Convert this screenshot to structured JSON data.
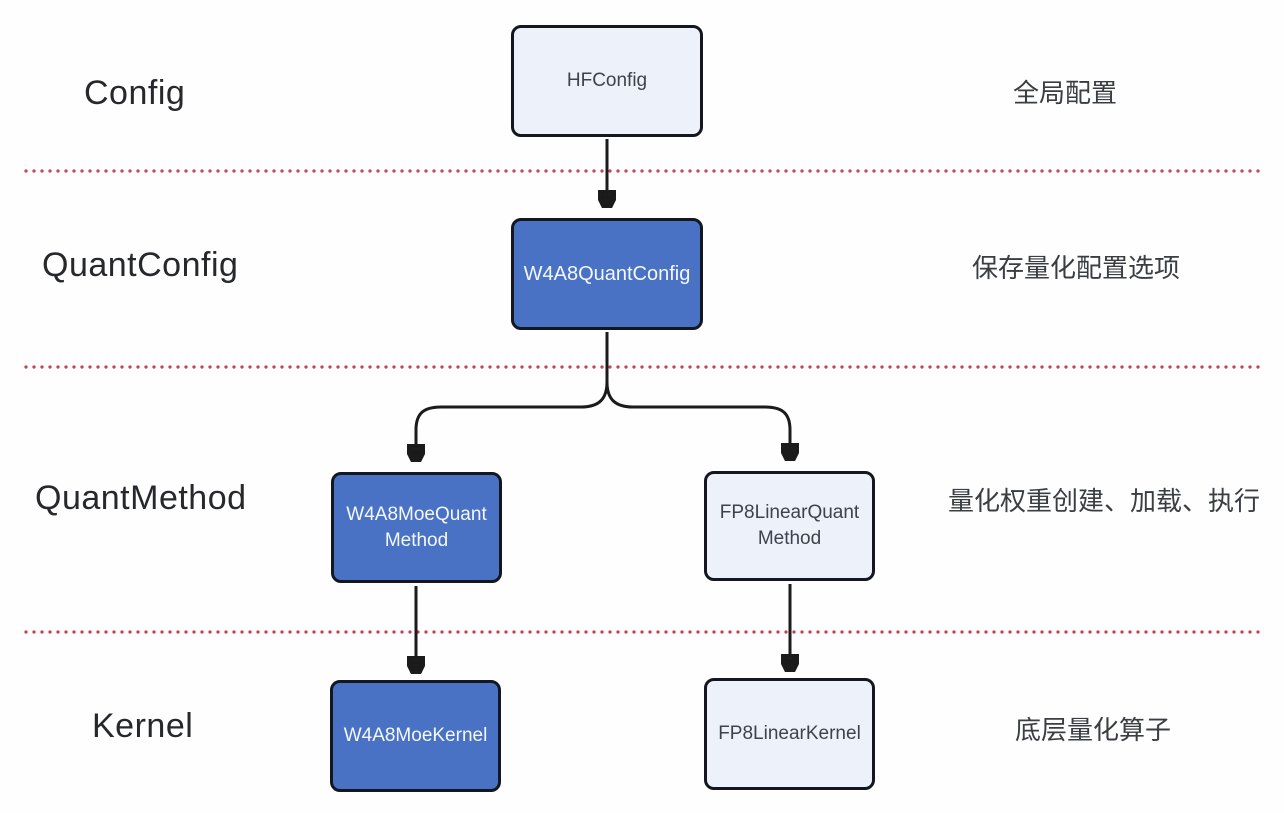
{
  "rows": [
    {
      "label": "Config",
      "annotation": "全局配置"
    },
    {
      "label": "QuantConfig",
      "annotation": "保存量化配置选项"
    },
    {
      "label": "QuantMethod",
      "annotation": "量化权重创建、加载、执行"
    },
    {
      "label": "Kernel",
      "annotation": "底层量化算子"
    }
  ],
  "nodes": [
    {
      "id": "hfconfig",
      "label": "HFConfig",
      "variant": "light"
    },
    {
      "id": "w4a8quantconfig",
      "label": "W4A8QuantConfig",
      "variant": "blue"
    },
    {
      "id": "w4a8moequantmethod",
      "label": "W4A8MoeQuant Method",
      "variant": "blue"
    },
    {
      "id": "fp8linearquantmethod",
      "label": "FP8LinearQuant Method",
      "variant": "light"
    },
    {
      "id": "w4a8moekernel",
      "label": "W4A8MoeKernel",
      "variant": "blue"
    },
    {
      "id": "fp8linearkernel",
      "label": "FP8LinearKernel",
      "variant": "light"
    }
  ],
  "edges": [
    {
      "from": "HFConfig",
      "to": "W4A8QuantConfig"
    },
    {
      "from": "W4A8QuantConfig",
      "to": "W4A8MoeQuantMethod"
    },
    {
      "from": "W4A8QuantConfig",
      "to": "FP8LinearQuantMethod"
    },
    {
      "from": "W4A8MoeQuantMethod",
      "to": "W4A8MoeKernel"
    },
    {
      "from": "FP8LinearQuantMethod",
      "to": "FP8LinearKernel"
    }
  ],
  "colors": {
    "node_blue": "#4a72c4",
    "node_light": "#edf1f9",
    "node_border": "#14171f",
    "node_text_light": "#f4f7fd",
    "node_text_dark": "#3d424d",
    "divider_red": "#c6465a",
    "arrow": "#1b1b1b",
    "row_label_text": "#26282c",
    "annotation_text": "#3a3d42",
    "background": "#fefefe"
  }
}
